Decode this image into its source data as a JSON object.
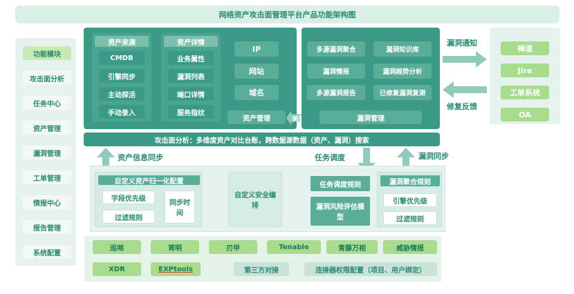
{
  "title": "网络资产攻击面管理平台产品功能架构图",
  "left_menu": [
    "功能模块",
    "攻击面分析",
    "任务中心",
    "资产管理",
    "漏洞管理",
    "工单管理",
    "情报中心",
    "报告管理",
    "系统配置"
  ],
  "asset_source": {
    "header": "资产来源",
    "items": [
      "CMDB",
      "引擎同步",
      "主动探活",
      "手动录入"
    ]
  },
  "asset_detail": {
    "header": "资产详情",
    "items": [
      "业务属性",
      "漏洞列表",
      "端口详情",
      "服务指纹"
    ]
  },
  "asset_types": [
    "IP",
    "网站",
    "域名"
  ],
  "asset_mgmt_label": "资产管理",
  "vuln_items": [
    "多源漏洞聚合",
    "漏洞知识库",
    "漏洞情报",
    "漏洞趋势分析",
    "多源漏洞报告",
    "已修复漏洞复测"
  ],
  "vuln_mgmt_label": "漏洞管理",
  "link_label": "关联",
  "analysis_bar": "攻击面分析：多维度资产对比台账，跨数据源数据（资产、漏洞）搜索",
  "arrow_labels": {
    "asset_sync": "资产信息同步",
    "task_dispatch": "任务调度",
    "vuln_sync": "漏洞同步",
    "vuln_notify": "漏洞通知",
    "fix_feedback": "修复反馈"
  },
  "custom_config": {
    "header": "自定义资产归一化配置",
    "items": [
      "字段优先级",
      "过滤规则"
    ],
    "sync_time": "同步时间"
  },
  "security_orchestration": "自定义安全编排",
  "task_rules": "任务调度规则",
  "risk_model": "漏洞风险评估模型",
  "vuln_merge": {
    "header": "漏洞聚合规则",
    "items": [
      "引擎优先级",
      "过滤规则"
    ]
  },
  "connectors_row1": [
    "巡哨",
    "宵明",
    "刃甲",
    "Tenable",
    "青藤万相",
    "威胁情报"
  ],
  "connectors_row2": [
    "XDR",
    "EXPtools"
  ],
  "third_party": "第三方对接",
  "connector_perm": "连接器权限配置（项目、用户绑定）",
  "right_systems": [
    "禅道",
    "Jira",
    "工单系统",
    "OA"
  ]
}
